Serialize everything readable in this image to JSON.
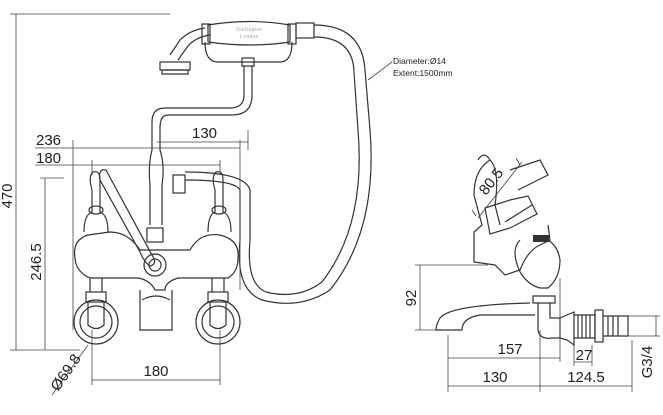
{
  "drawing": {
    "front_view": {
      "dim_total_height": "470",
      "dim_overall_width": "236",
      "dim_handle_centers": "180",
      "dim_handset_offset": "130",
      "dim_body_height": "246.5",
      "dim_flange_diameter": "Ø69.8",
      "dim_inlet_centers": "180"
    },
    "hose_note": {
      "diameter": "Diameter:Ø14",
      "extent": "Extent:1500mm"
    },
    "handset_logo": {
      "brand": "Burlington",
      "city": "London"
    },
    "side_view": {
      "dim_handle_length": "80.5",
      "dim_spout_height": "92",
      "dim_spout_reach": "157",
      "dim_spout_to_axis": "130",
      "dim_axis_to_inlet": "124.5",
      "dim_flange_thickness": "27",
      "dim_thread": "G3/4"
    }
  }
}
